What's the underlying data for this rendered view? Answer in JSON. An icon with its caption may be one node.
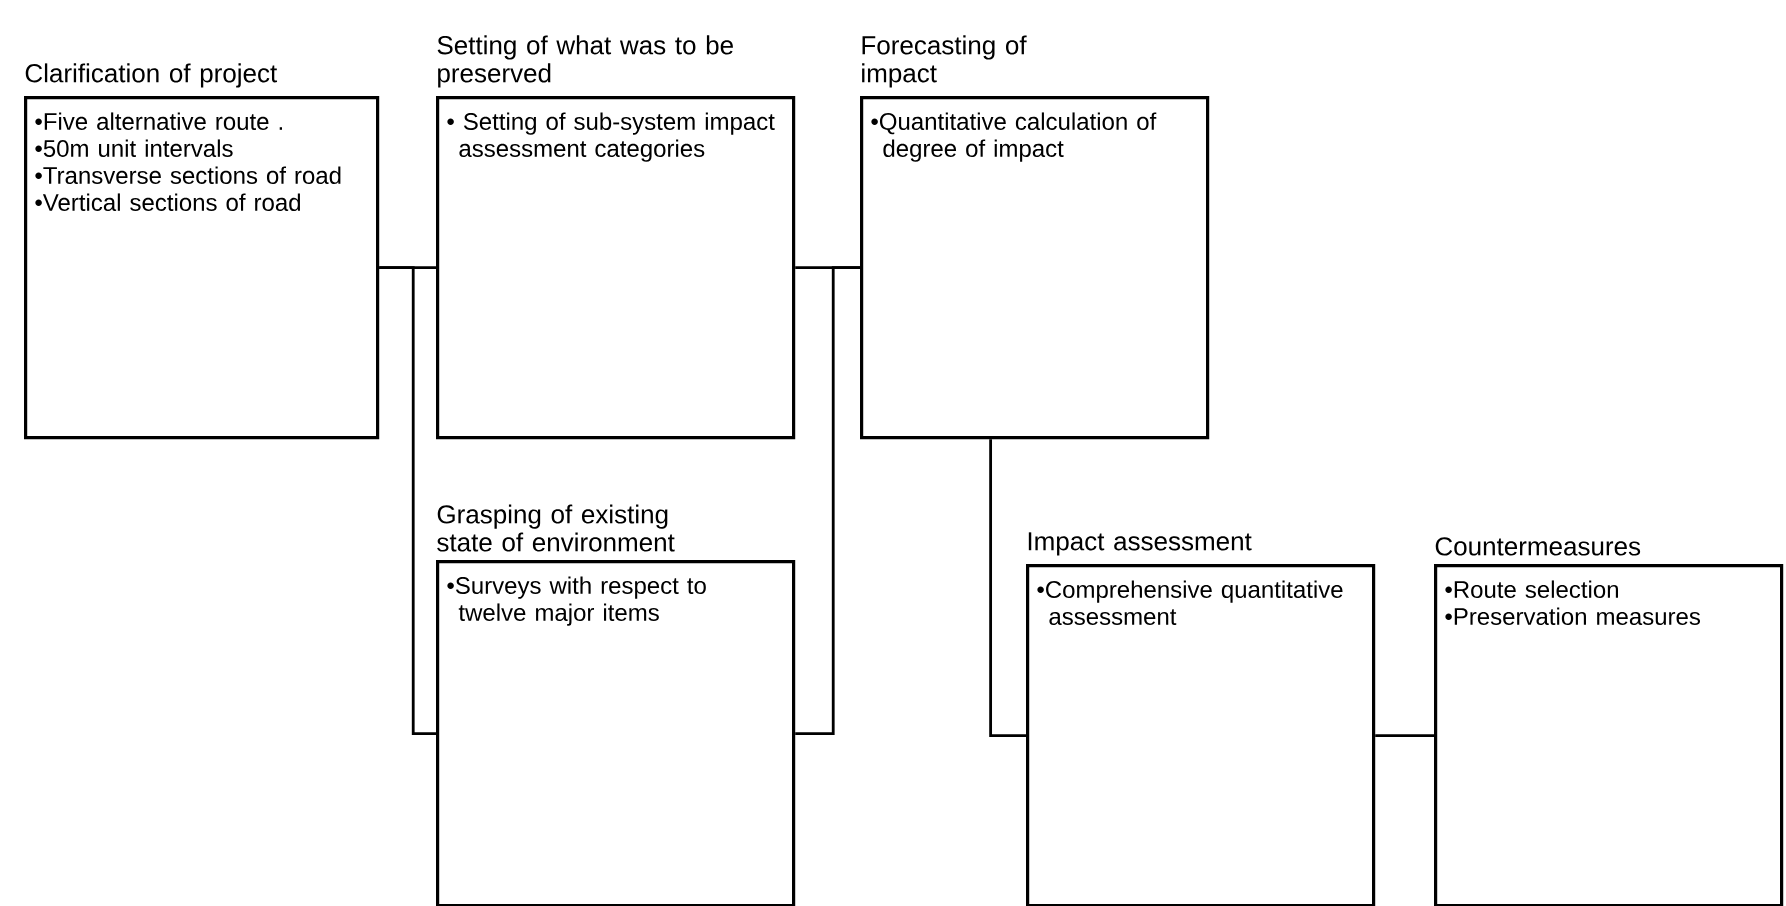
{
  "diagram": {
    "nodes": [
      {
        "text": [
          "Clarification of project",
          "•Five alternative route .",
          "•50m unit intervals",
          "•Transverse sections of road",
          "•Vertical sections of road"
        ]
      },
      {
        "text": [
          "Setting of what was to be preserved",
          "• Setting of sub-system impact assessment categories"
        ]
      },
      {
        "text": [
          "Forecasting of impact",
          "•Quantitative calculation of degree of impact"
        ]
      },
      {
        "text": [
          "Grasping of existing state of environment",
          "•Surveys with respect to twelve major items"
        ]
      },
      {
        "text": [
          "Impact assessment",
          "•Comprehensive quantitative assessment"
        ]
      },
      {
        "text": [
          "Countermeasures",
          "•Route selection",
          "•Preservation measures"
        ]
      }
    ],
    "edges": [
      {
        "from": 0,
        "to": 1,
        "arrow": "none"
      },
      {
        "from": 0,
        "to": 3,
        "arrow": "none"
      },
      {
        "from": 1,
        "to": 2,
        "arrow": "none"
      },
      {
        "from": 3,
        "to": 2,
        "arrow": "none"
      },
      {
        "from": 2,
        "to": 4,
        "arrow": "none"
      },
      {
        "from": 4,
        "to": 5,
        "arrow": "none"
      }
    ]
  }
}
